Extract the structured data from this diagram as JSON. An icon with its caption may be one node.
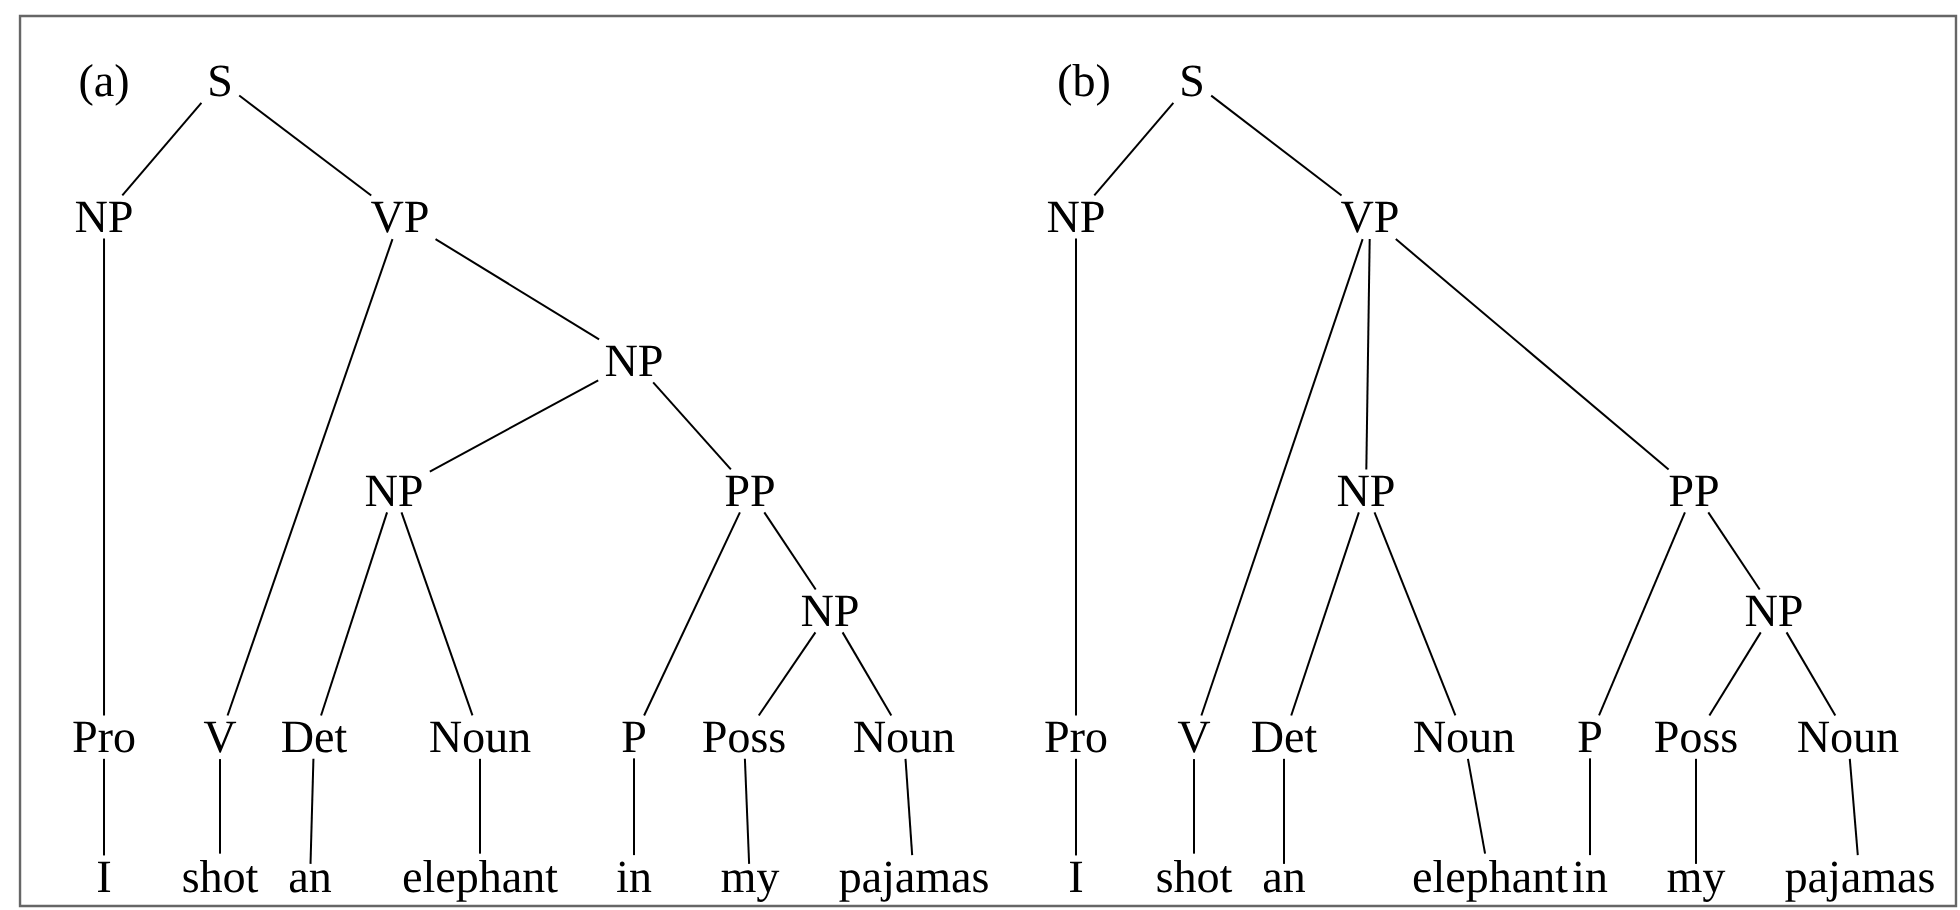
{
  "diagram": {
    "nodes": [
      {
        "text": [
          "S"
        ]
      },
      {
        "text": [
          "NP"
        ]
      },
      {
        "text": [
          "VP"
        ]
      },
      {
        "text": [
          "NP"
        ]
      },
      {
        "text": [
          "NP"
        ]
      },
      {
        "text": [
          "PP"
        ]
      },
      {
        "text": [
          "NP"
        ]
      },
      {
        "text": [
          "Pro"
        ]
      },
      {
        "text": [
          "V"
        ]
      },
      {
        "text": [
          "Det"
        ]
      },
      {
        "text": [
          "Noun"
        ]
      },
      {
        "text": [
          "P"
        ]
      },
      {
        "text": [
          "Poss"
        ]
      },
      {
        "text": [
          "Noun"
        ]
      },
      {
        "text": [
          "I"
        ]
      },
      {
        "text": [
          "shot"
        ]
      },
      {
        "text": [
          "an"
        ]
      },
      {
        "text": [
          "elephant"
        ]
      },
      {
        "text": [
          "in"
        ]
      },
      {
        "text": [
          "my"
        ]
      },
      {
        "text": [
          "pajamas"
        ]
      },
      {
        "text": [
          "S"
        ]
      },
      {
        "text": [
          "NP"
        ]
      },
      {
        "text": [
          "VP"
        ]
      },
      {
        "text": [
          "NP"
        ]
      },
      {
        "text": [
          "PP"
        ]
      },
      {
        "text": [
          "NP"
        ]
      },
      {
        "text": [
          "Pro"
        ]
      },
      {
        "text": [
          "V"
        ]
      },
      {
        "text": [
          "Det"
        ]
      },
      {
        "text": [
          "Noun"
        ]
      },
      {
        "text": [
          "P"
        ]
      },
      {
        "text": [
          "Poss"
        ]
      },
      {
        "text": [
          "Noun"
        ]
      },
      {
        "text": [
          "I"
        ]
      },
      {
        "text": [
          "shot"
        ]
      },
      {
        "text": [
          "an"
        ]
      },
      {
        "text": [
          "elephant"
        ]
      },
      {
        "text": [
          "in"
        ]
      },
      {
        "text": [
          "my"
        ]
      },
      {
        "text": [
          "pajamas"
        ]
      }
    ],
    "edges": [
      {
        "from": 0,
        "to": 1,
        "arrow": "none"
      },
      {
        "from": 0,
        "to": 2,
        "arrow": "none"
      },
      {
        "from": 1,
        "to": 7,
        "arrow": "none"
      },
      {
        "from": 2,
        "to": 8,
        "arrow": "none"
      },
      {
        "from": 2,
        "to": 3,
        "arrow": "none"
      },
      {
        "from": 3,
        "to": 4,
        "arrow": "none"
      },
      {
        "from": 3,
        "to": 5,
        "arrow": "none"
      },
      {
        "from": 4,
        "to": 9,
        "arrow": "none"
      },
      {
        "from": 4,
        "to": 10,
        "arrow": "none"
      },
      {
        "from": 5,
        "to": 11,
        "arrow": "none"
      },
      {
        "from": 5,
        "to": 6,
        "arrow": "none"
      },
      {
        "from": 6,
        "to": 12,
        "arrow": "none"
      },
      {
        "from": 6,
        "to": 13,
        "arrow": "none"
      },
      {
        "from": 7,
        "to": 14,
        "arrow": "none"
      },
      {
        "from": 8,
        "to": 15,
        "arrow": "none"
      },
      {
        "from": 9,
        "to": 16,
        "arrow": "none"
      },
      {
        "from": 10,
        "to": 17,
        "arrow": "none"
      },
      {
        "from": 11,
        "to": 18,
        "arrow": "none"
      },
      {
        "from": 12,
        "to": 19,
        "arrow": "none"
      },
      {
        "from": 13,
        "to": 20,
        "arrow": "none"
      },
      {
        "from": 21,
        "to": 22,
        "arrow": "none"
      },
      {
        "from": 21,
        "to": 23,
        "arrow": "none"
      },
      {
        "from": 22,
        "to": 27,
        "arrow": "none"
      },
      {
        "from": 23,
        "to": 28,
        "arrow": "none"
      },
      {
        "from": 23,
        "to": 24,
        "arrow": "none"
      },
      {
        "from": 23,
        "to": 25,
        "arrow": "none"
      },
      {
        "from": 24,
        "to": 29,
        "arrow": "none"
      },
      {
        "from": 24,
        "to": 30,
        "arrow": "none"
      },
      {
        "from": 25,
        "to": 31,
        "arrow": "none"
      },
      {
        "from": 25,
        "to": 26,
        "arrow": "none"
      },
      {
        "from": 26,
        "to": 32,
        "arrow": "none"
      },
      {
        "from": 26,
        "to": 33,
        "arrow": "none"
      },
      {
        "from": 27,
        "to": 34,
        "arrow": "none"
      },
      {
        "from": 28,
        "to": 35,
        "arrow": "none"
      },
      {
        "from": 29,
        "to": 36,
        "arrow": "none"
      },
      {
        "from": 30,
        "to": 37,
        "arrow": "none"
      },
      {
        "from": 31,
        "to": 38,
        "arrow": "none"
      },
      {
        "from": 32,
        "to": 39,
        "arrow": "none"
      },
      {
        "from": 33,
        "to": 40,
        "arrow": "none"
      }
    ],
    "labels": [
      "(a)",
      "(b)"
    ]
  }
}
